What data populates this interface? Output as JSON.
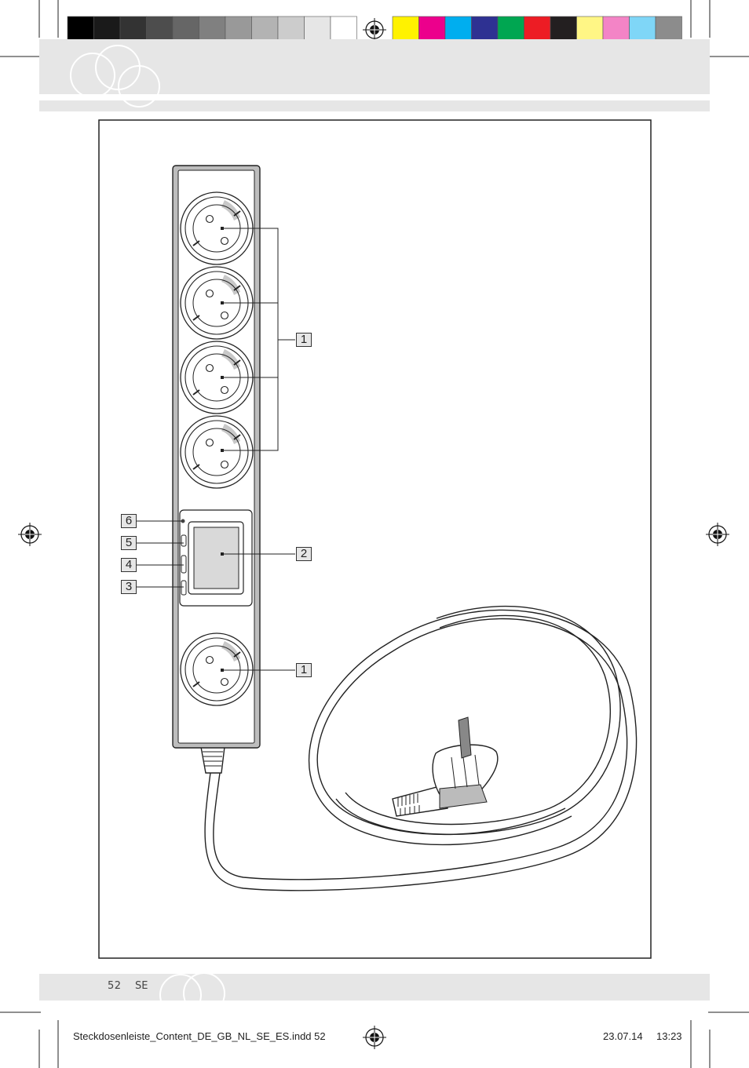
{
  "grayscale_swatches": [
    "#000000",
    "#1a1a1a",
    "#333333",
    "#4d4d4d",
    "#666666",
    "#808080",
    "#999999",
    "#b3b3b3",
    "#cccccc",
    "#e6e6e6",
    "#ffffff"
  ],
  "color_swatches": [
    "#fff200",
    "#ec008c",
    "#00aeef",
    "#2e3192",
    "#00a651",
    "#ed1c24",
    "#231f20",
    "#fff685",
    "#f384c6",
    "#7fd6f7",
    "#8c8c8c"
  ],
  "callouts": {
    "outlets_upper": "1",
    "display": "2",
    "button_3": "3",
    "button_4": "4",
    "button_5": "5",
    "indicator_6": "6",
    "outlet_lower": "1"
  },
  "footer": {
    "page_number": "52",
    "language": "SE"
  },
  "slug": {
    "filename": "Steckdosenleiste_Content_DE_GB_NL_SE_ES.indd   52",
    "date": "23.07.14",
    "time": "13:23"
  }
}
